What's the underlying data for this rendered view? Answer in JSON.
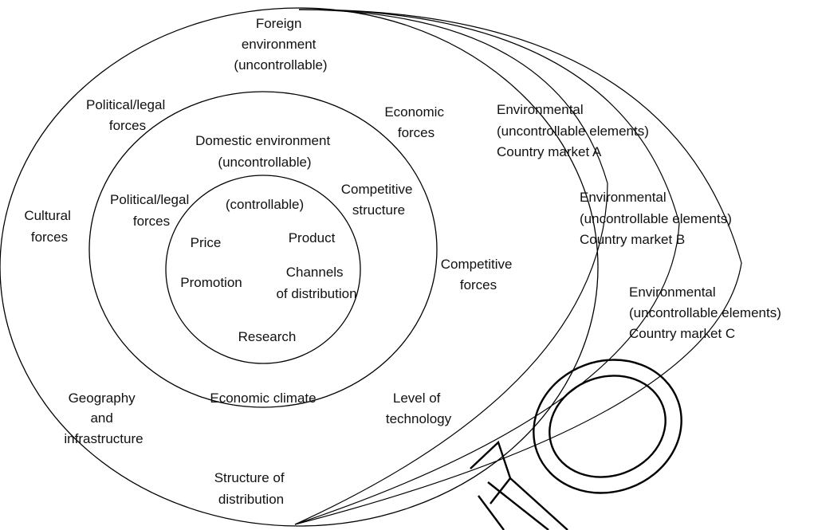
{
  "diagram": {
    "foreign_environment": {
      "title": [
        "Foreign",
        "environment",
        "(uncontrollable)"
      ],
      "forces": {
        "political_legal": [
          "Political/legal",
          "forces"
        ],
        "economic": [
          "Economic",
          "forces"
        ],
        "cultural": [
          "Cultural",
          "forces"
        ],
        "competitive": [
          "Competitive",
          "forces"
        ],
        "geography": [
          "Geography",
          "and",
          "infrastructure"
        ],
        "level_of_technology": [
          "Level of",
          "technology"
        ],
        "structure_of_distribution": [
          "Structure of",
          "distribution"
        ]
      }
    },
    "domestic_environment": {
      "title": [
        "Domestic environment",
        "(uncontrollable)"
      ],
      "forces": {
        "political_legal": [
          "Political/legal",
          "forces"
        ],
        "competitive_structure": [
          "Competitive",
          "structure"
        ],
        "economic_climate": [
          "Economic climate"
        ]
      }
    },
    "controllable": {
      "title": "(controllable)",
      "items": {
        "price": "Price",
        "product": "Product",
        "promotion": "Promotion",
        "channels": [
          "Channels",
          "of distribution"
        ],
        "research": "Research"
      }
    },
    "country_markets": [
      {
        "lines": [
          "Environmental",
          "(uncontrollable elements)",
          "Country market A"
        ]
      },
      {
        "lines": [
          "Environmental",
          "(uncontrollable elements)",
          "Country market B"
        ]
      },
      {
        "lines": [
          "Environmental",
          "(uncontrollable elements)",
          "Country market C"
        ]
      }
    ],
    "icons": {
      "magnifier": "magnifying-glass-icon"
    }
  }
}
